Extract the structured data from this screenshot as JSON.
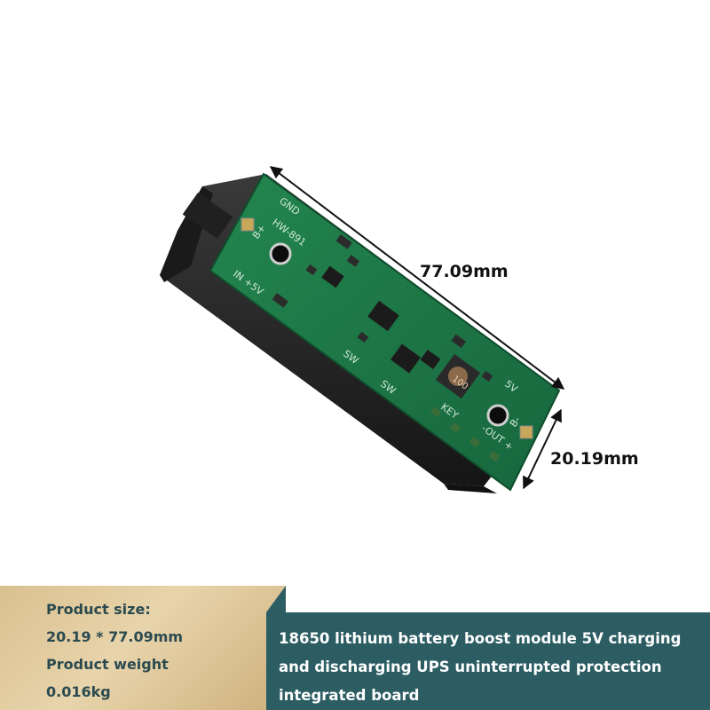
{
  "photo": {
    "subject": "pcb-module-on-battery-holder",
    "board_silkscreen": {
      "model": "HW-891",
      "gnd": "GND",
      "b_plus": "B+",
      "b_minus": "B-",
      "in_5v": "IN +5V",
      "sw1": "SW",
      "sw2": "SW",
      "key": "KEY",
      "v5": "5V",
      "out": "-OUT +",
      "inductor": "100"
    },
    "dimensions": {
      "length": "77.09mm",
      "width": "20.19mm"
    }
  },
  "info": {
    "size_label": "Product size:",
    "size_value": "20.19 * 77.09mm",
    "weight_label": "Product weight",
    "weight_value": "0.016kg",
    "description": "18650 lithium battery boost module 5V charging and discharging UPS uninterrupted protection integrated board"
  },
  "colors": {
    "pcb": "#1f7a4a",
    "holder": "#2a2a2a",
    "panel_left": "#dcc493",
    "panel_right": "#2c5d63",
    "text_dark": "#2b4a50"
  }
}
